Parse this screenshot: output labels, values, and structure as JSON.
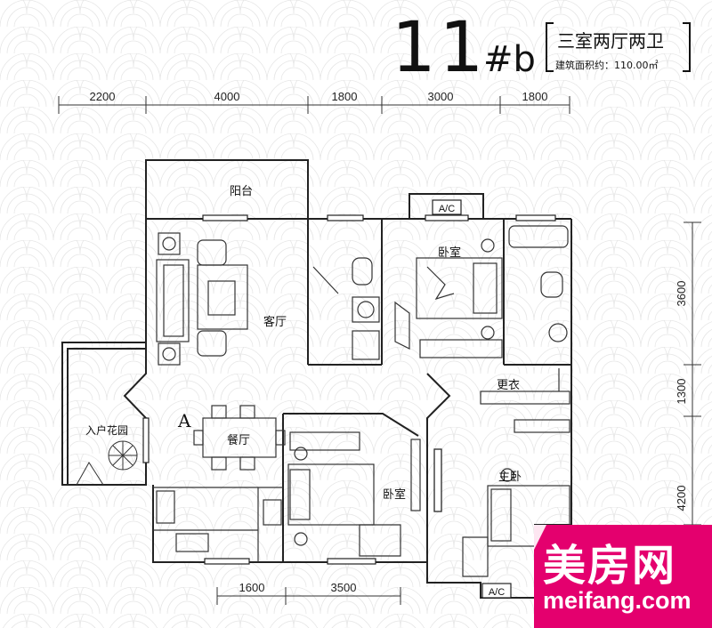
{
  "header": {
    "unit_number": "11",
    "unit_suffix": "#b",
    "layout_type": "三室两厅两卫",
    "area_label": "建筑面积约：110.00㎡"
  },
  "dimensions": {
    "top": [
      "2200",
      "4000",
      "1800",
      "3000",
      "1800"
    ],
    "right": [
      "3600",
      "1300",
      "4200"
    ],
    "bottom": [
      "1600",
      "3500"
    ]
  },
  "rooms": {
    "balcony": "阳台",
    "living": "客厅",
    "bedroom_top": "卧室",
    "dressing": "更衣",
    "entry_garden": "入户花园",
    "dining": "餐厅",
    "bedroom_bottom": "卧室",
    "master": "主卧",
    "marker": "A",
    "ac_top": "A/C",
    "ac_bottom": "A/C"
  },
  "watermark": {
    "brand_cn": "美房网",
    "brand_en": "meifang.com",
    "color": "#e4006e"
  }
}
